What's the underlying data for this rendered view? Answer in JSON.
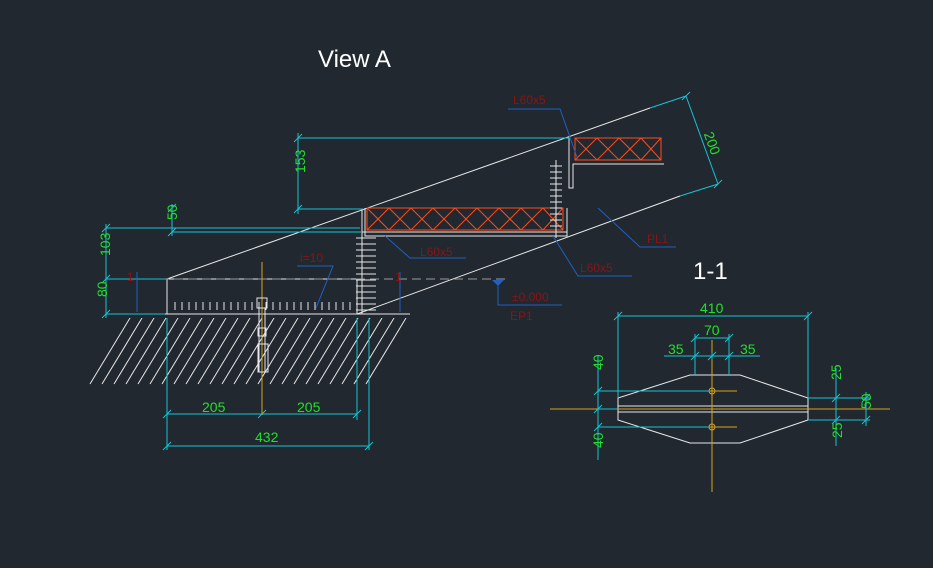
{
  "titles": {
    "view_a": "View A",
    "section": "1-1"
  },
  "dims_view_a": {
    "h200": "200",
    "h153": "153",
    "h50": "50",
    "h103": "103",
    "h80": "80",
    "w205_left": "205",
    "w205_right": "205",
    "w432": "432"
  },
  "dims_section": {
    "w410": "410",
    "w70": "70",
    "w35_left": "35",
    "w35_right": "35",
    "h40_top": "40",
    "h40_bottom": "40",
    "h25_top": "25",
    "h50": "50",
    "h25_bottom": "25"
  },
  "annotations": {
    "l60_top": "L60x5",
    "l60_mid": "L60x5",
    "l60_bottom": "L60x5",
    "tag_right": "PL1",
    "slope": "i=10",
    "elev_value": "±0.000",
    "elev_tag": "EP1",
    "section_mark_left": "1",
    "section_mark_right": "1"
  },
  "colors": {
    "background": "#212830",
    "outline": "#e8e8e8",
    "dimension_line": "#16c3d4",
    "dimension_text": "#22e02a",
    "leader": "#1f60c0",
    "annotation": "#8a1414",
    "hatch": "#ff4a1a",
    "centerline": "#d8a21a"
  }
}
